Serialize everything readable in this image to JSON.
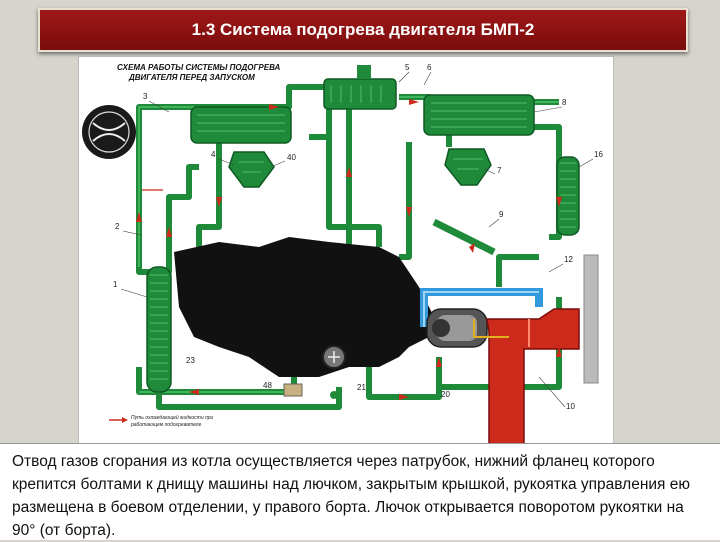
{
  "slide": {
    "title": "1.3 Система подогрева двигателя БМП-2",
    "caption": "Отвод газов сгорания из котла осуществляется через патрубок, нижний фланец которого крепится болтами к днищу машины над лючком, закрытым крышкой, рукоятка управления ею размещена в боевом отделении, у правого борта. Лючок открывается поворотом рукоятки на 90° (от борта)."
  },
  "diagram": {
    "header_line1": "СХЕМА РАБОТЫ СИСТЕМЫ ПОДОГРЕВА",
    "header_line2": "ДВИГАТЕЛЯ ПЕРЕД ЗАПУСКОМ",
    "legend_line1": "Путь охлаждающей жидкости при",
    "legend_line2": "работающем подогревателе",
    "labels": [
      "1",
      "2",
      "3",
      "4",
      "5",
      "6",
      "7",
      "8",
      "9",
      "10",
      "12",
      "16",
      "20",
      "21",
      "23",
      "40",
      "48"
    ],
    "colors": {
      "pipe": "#1e8a3a",
      "pipe_light": "#4cc266",
      "engine": "#111111",
      "exhaust": "#cc2a1a",
      "air": "#3399dd",
      "flow_arrow": "#cc2a1a"
    }
  }
}
